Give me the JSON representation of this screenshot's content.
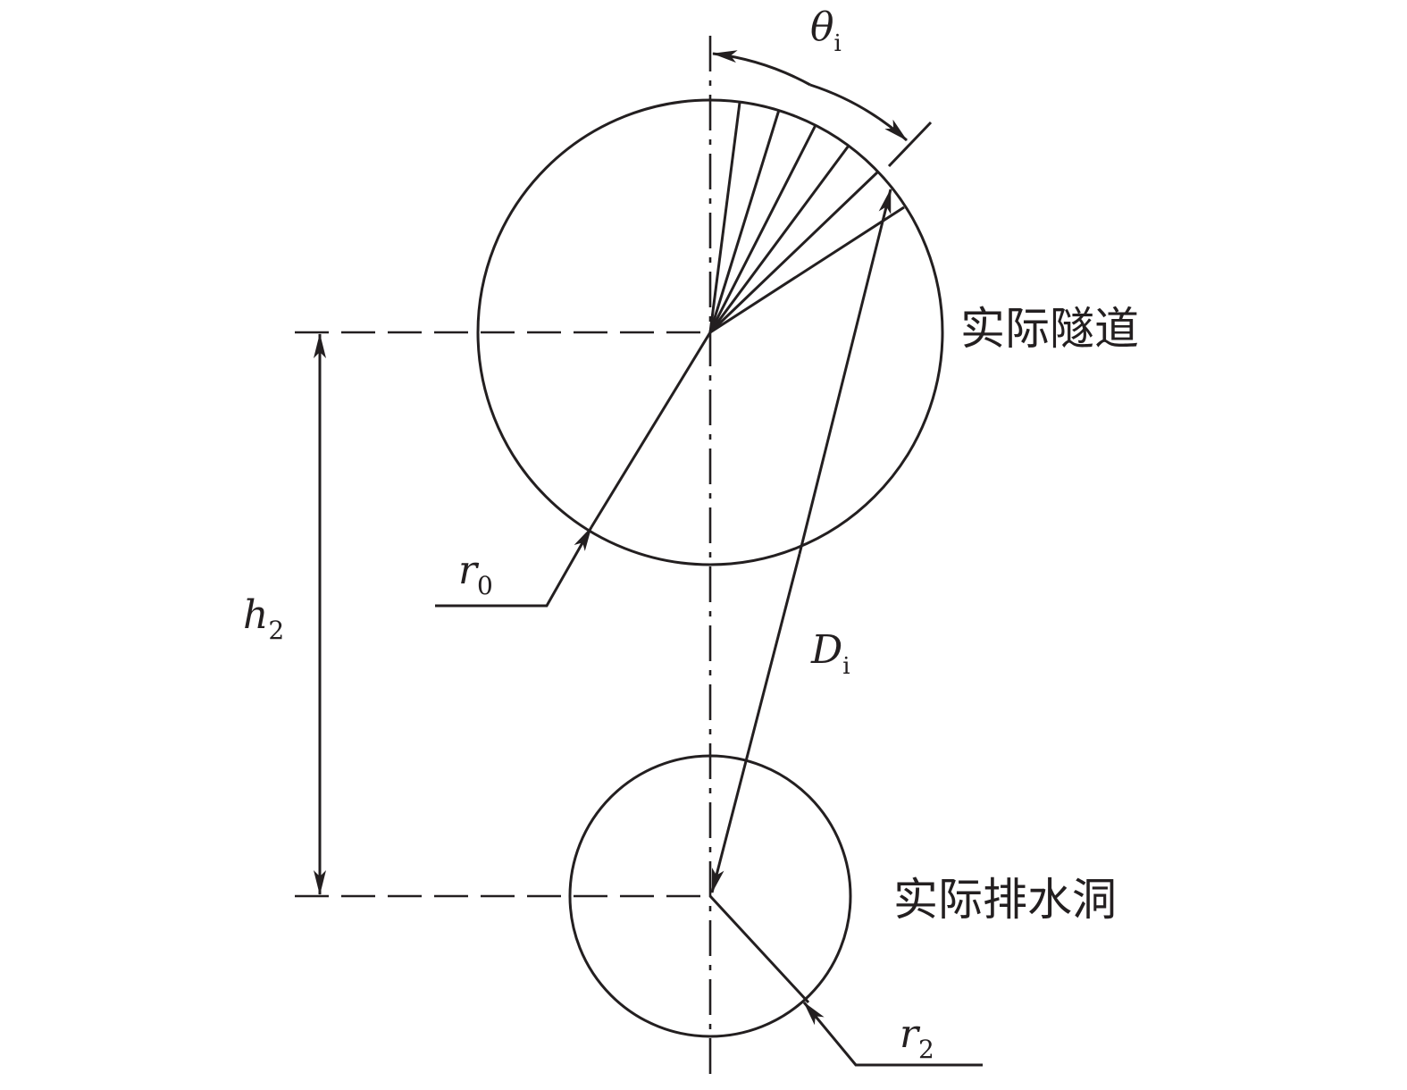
{
  "labels": {
    "theta_i": {
      "main": "θ",
      "sub": "i"
    },
    "D_i": {
      "main": "D",
      "sub": "i"
    },
    "h_2": {
      "main": "h",
      "sub": "2"
    },
    "r_0": {
      "main": "r",
      "sub": "0"
    },
    "r_2": {
      "main": "r",
      "sub": "2"
    },
    "tunnel": "实际隧道",
    "drainage": "实际排水洞"
  },
  "colors": {
    "stroke": "#231f20",
    "background": "#ffffff"
  }
}
